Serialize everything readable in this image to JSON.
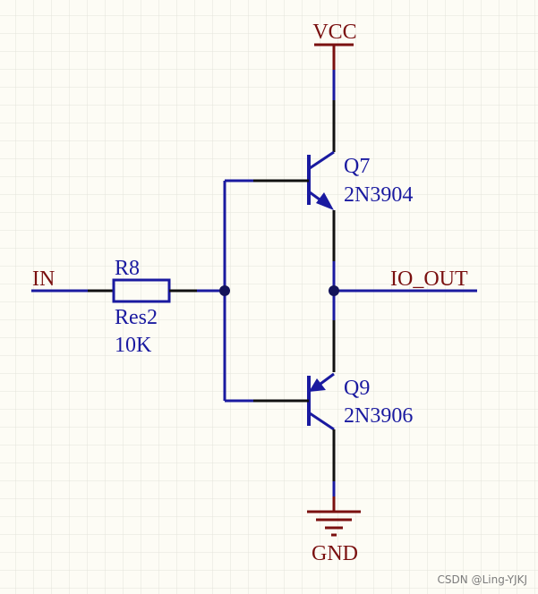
{
  "colors": {
    "background": "#fdfcf5",
    "grid": "#e4e3da",
    "wire": "#1a1aa0",
    "pin": "#111111",
    "power": "#7a1010",
    "junction": "#14145a",
    "label_text": "#1a1aa0",
    "net_text": "#7a1010",
    "watermark": "#7c7c7c"
  },
  "power": {
    "vcc": "VCC",
    "gnd": "GND"
  },
  "ports": {
    "input": "IN",
    "output": "IO_OUT"
  },
  "resistor": {
    "designator": "R8",
    "comment": "Res2",
    "value": "10K"
  },
  "transistors": [
    {
      "designator": "Q7",
      "part": "2N3904",
      "type": "NPN"
    },
    {
      "designator": "Q9",
      "part": "2N3906",
      "type": "PNP"
    }
  ],
  "watermark": "CSDN @Ling-YJKJ"
}
